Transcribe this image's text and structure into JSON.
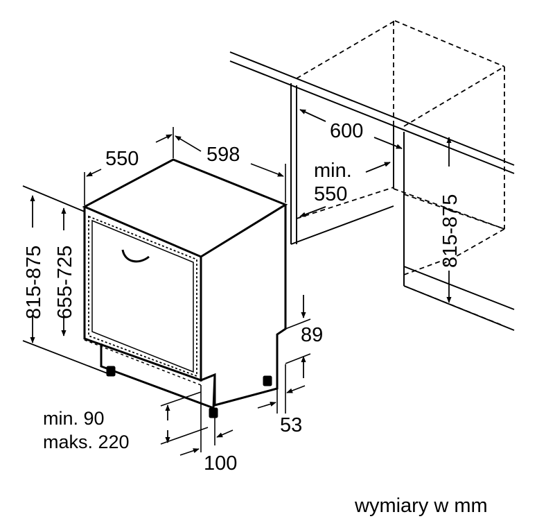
{
  "diagram": {
    "title": "",
    "dimensions": {
      "appliance_depth": "550",
      "appliance_width": "598",
      "appliance_height": "815-875",
      "door_height": "655-725",
      "niche_width": "600",
      "niche_depth_label_line1": "min.",
      "niche_depth_label_line2": "550",
      "niche_height": "815-875",
      "plinth_height": "89",
      "plinth_setback": "53",
      "toe_kick_min": "min. 90",
      "toe_kick_max": "maks. 220",
      "foot_offset": "100"
    },
    "caption": "wymiary w mm"
  }
}
